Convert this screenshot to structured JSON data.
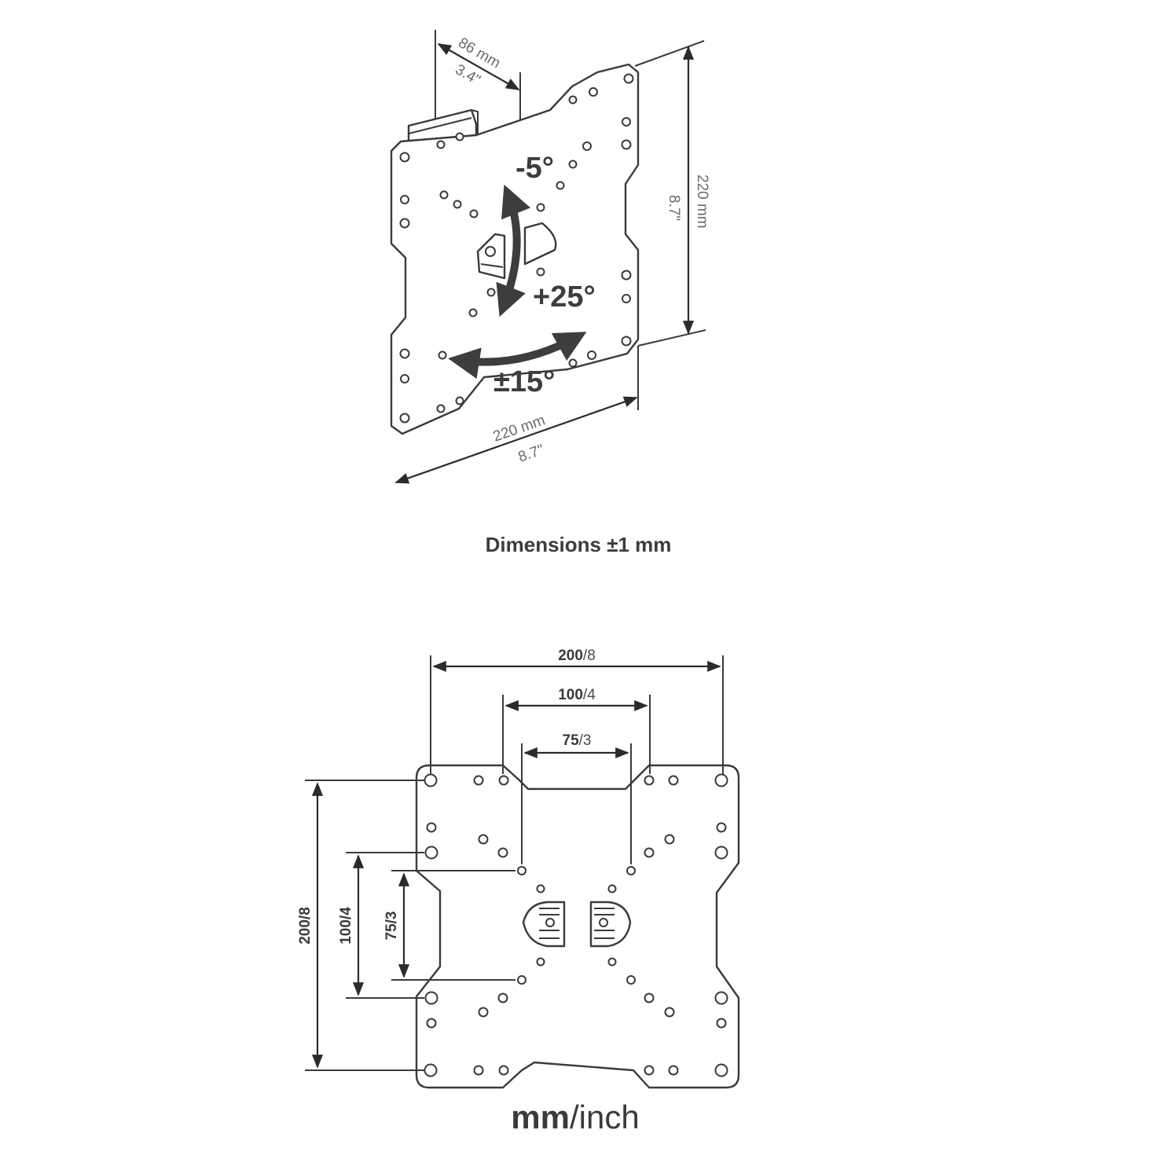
{
  "top_view": {
    "depth": {
      "mm": "86 mm",
      "inch": "3.4\""
    },
    "height": {
      "mm": "220 mm",
      "inch": "8.7\""
    },
    "width": {
      "mm": "220 mm",
      "inch": "8.7\""
    },
    "tilt_up": "-5°",
    "tilt_down": "+25°",
    "swivel": "±15°"
  },
  "caption": "Dimensions  ±1 mm",
  "front_view": {
    "h200": {
      "mm": "200",
      "inch": "/8"
    },
    "h100": {
      "mm": "100",
      "inch": "/4"
    },
    "h75": {
      "mm": "75",
      "inch": "/3"
    },
    "v200": "200/8",
    "v100": "100/4",
    "v75": "75/3"
  },
  "units": {
    "mm": "mm",
    "inch": "/inch"
  }
}
